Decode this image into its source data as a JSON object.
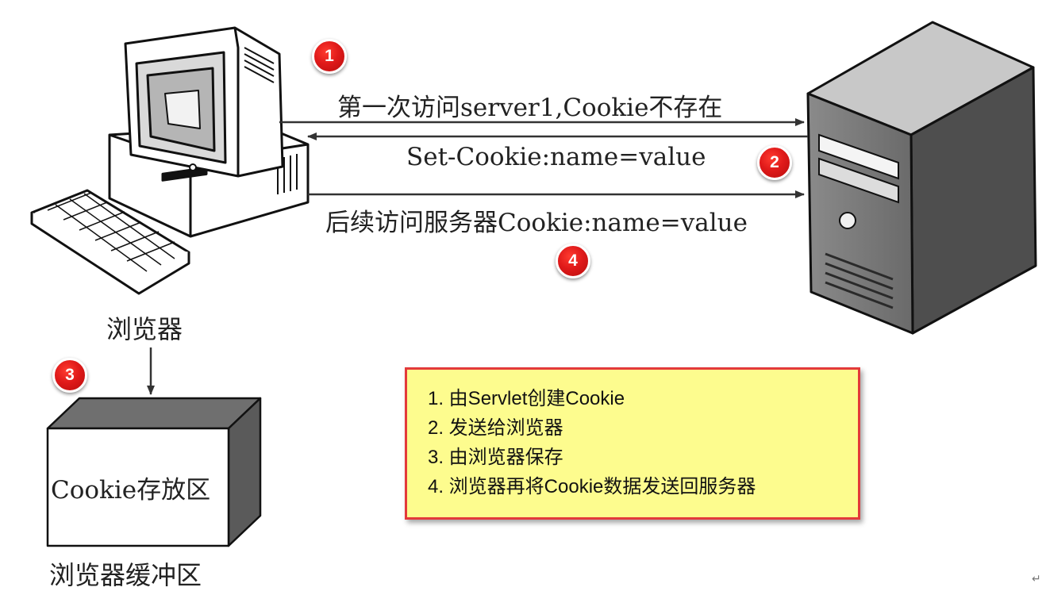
{
  "messages": {
    "first_request": "第一次访问server1,Cookie不存在",
    "set_cookie": "Set-Cookie:name=value",
    "subsequent_request": "后续访问服务器Cookie:name=value"
  },
  "labels": {
    "browser": "浏览器",
    "cookie_store": "Cookie存放区",
    "browser_buffer": "浏览器缓冲区"
  },
  "badges": [
    "1",
    "2",
    "3",
    "4"
  ],
  "note": {
    "steps": [
      "1. 由Servlet创建Cookie",
      "2. 发送给浏览器",
      "3. 由浏览器保存",
      "4. 浏览器再将Cookie数据发送回服务器"
    ]
  },
  "corner_mark": "↵",
  "colors": {
    "badge": "#e01a1a",
    "note_fill": "#fdfc8e",
    "note_border": "#e33a3a",
    "server": "#6d6d6d",
    "arrow": "#333333"
  },
  "icons": [
    "desktop-computer-icon",
    "keyboard-icon",
    "server-tower-icon"
  ]
}
